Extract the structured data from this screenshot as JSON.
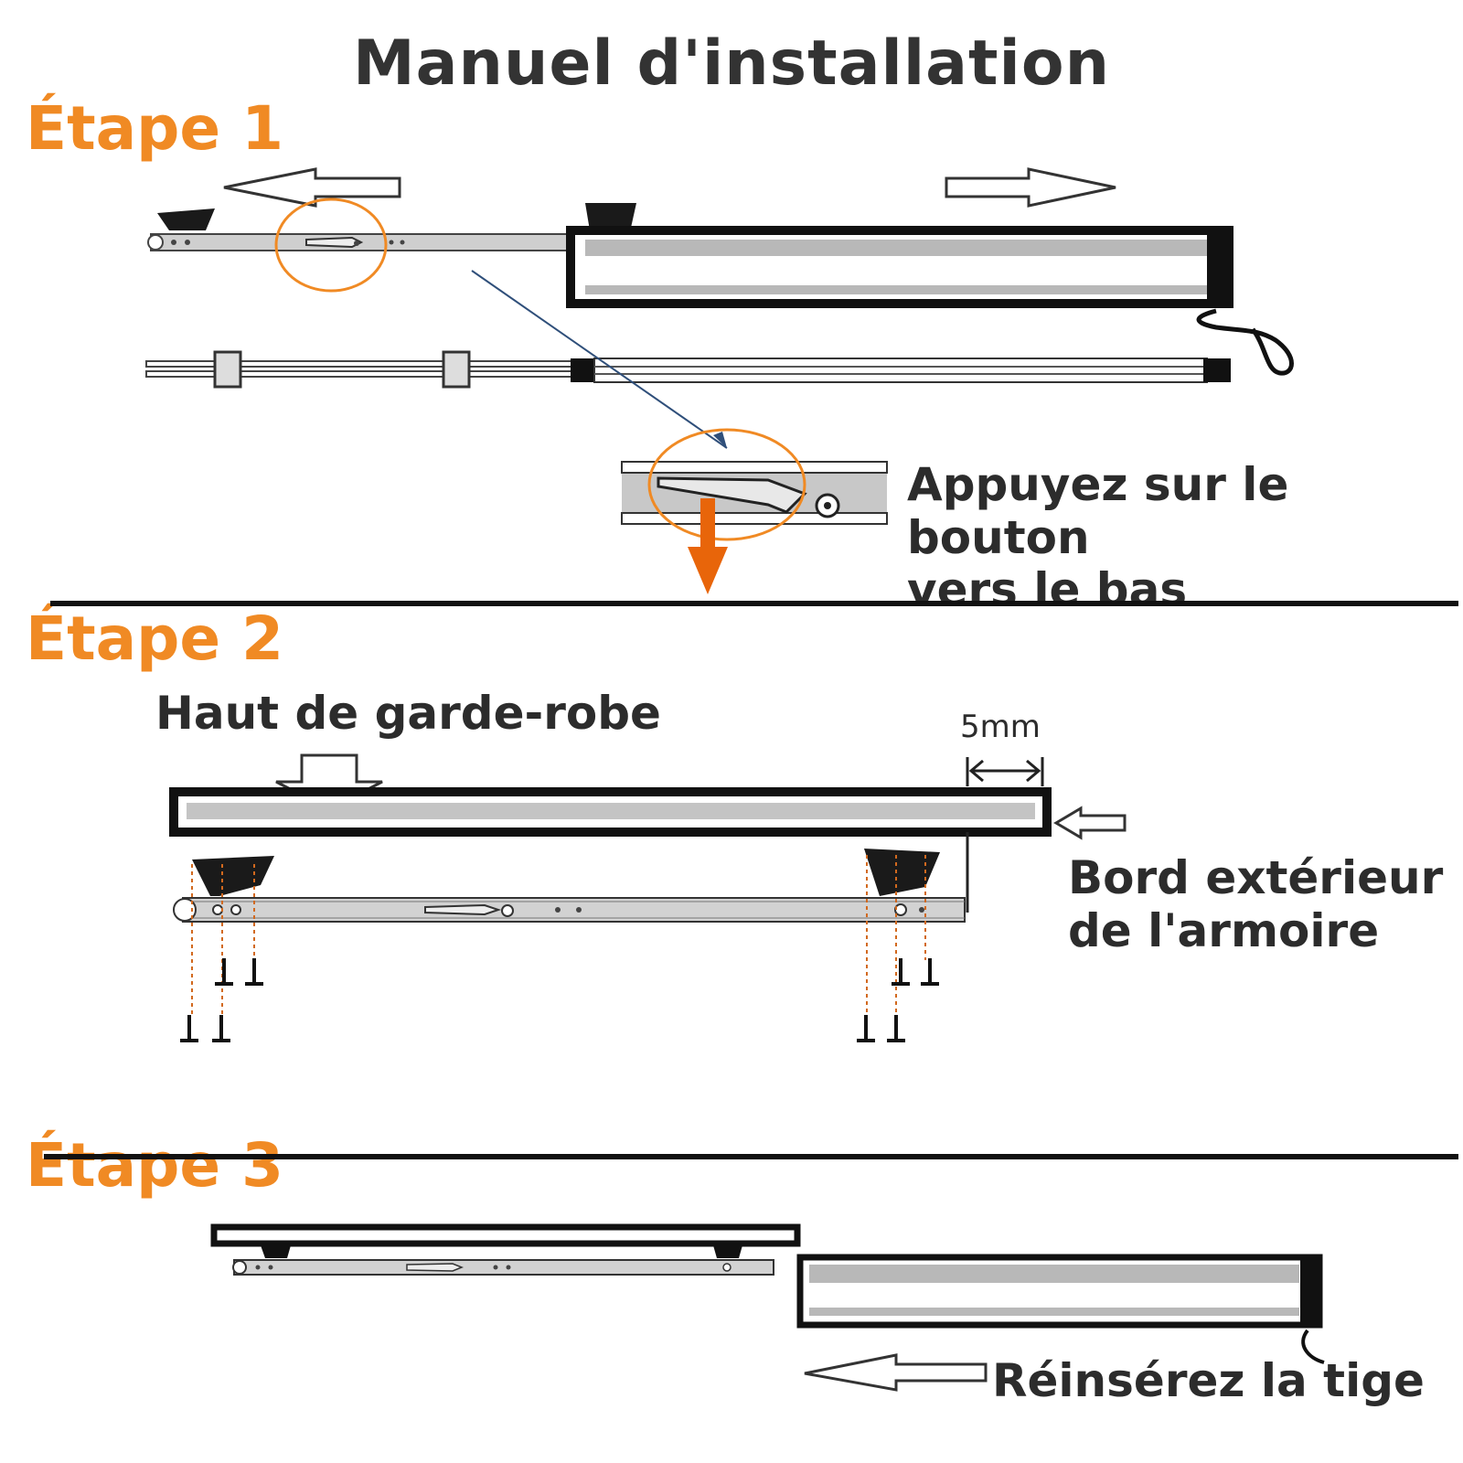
{
  "title": "Manuel d'installation",
  "steps": [
    {
      "label": "Étape 1",
      "note_line1": "Appuyez sur le bouton",
      "note_line2": "vers le bas"
    },
    {
      "label": "Étape 2",
      "heading": "Haut de garde-robe",
      "dimension": "5mm",
      "note_line1": "Bord extérieur",
      "note_line2": "de l'armoire"
    },
    {
      "label": "Étape 3",
      "note_line1": "Réinsérez la tige"
    }
  ],
  "colors": {
    "accent": "#f08a24",
    "text": "#2c2c2c",
    "title": "#333333",
    "frame": "#111111",
    "rail": "#b8b8b8",
    "pointer": "#2f4f7a",
    "push_arrow": "#e8650a"
  }
}
